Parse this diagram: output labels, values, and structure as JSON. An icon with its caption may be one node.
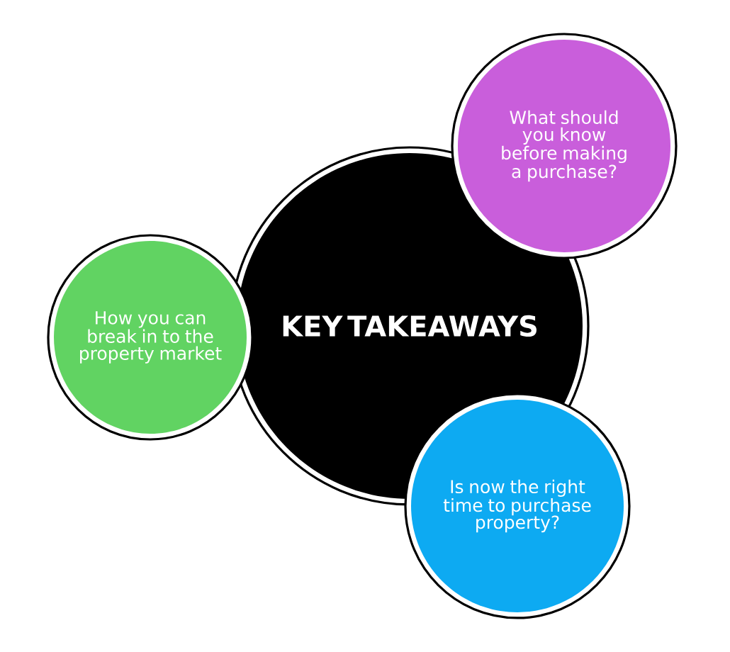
{
  "diagram": {
    "nodes": [
      {
        "text": [
          "KEY TAKEAWAYS"
        ]
      },
      {
        "text": [
          "What should you know before making a purchase?"
        ]
      },
      {
        "text": [
          "How you can break in to the property market"
        ]
      },
      {
        "text": [
          "Is now the right time to purchase property?"
        ]
      }
    ]
  }
}
